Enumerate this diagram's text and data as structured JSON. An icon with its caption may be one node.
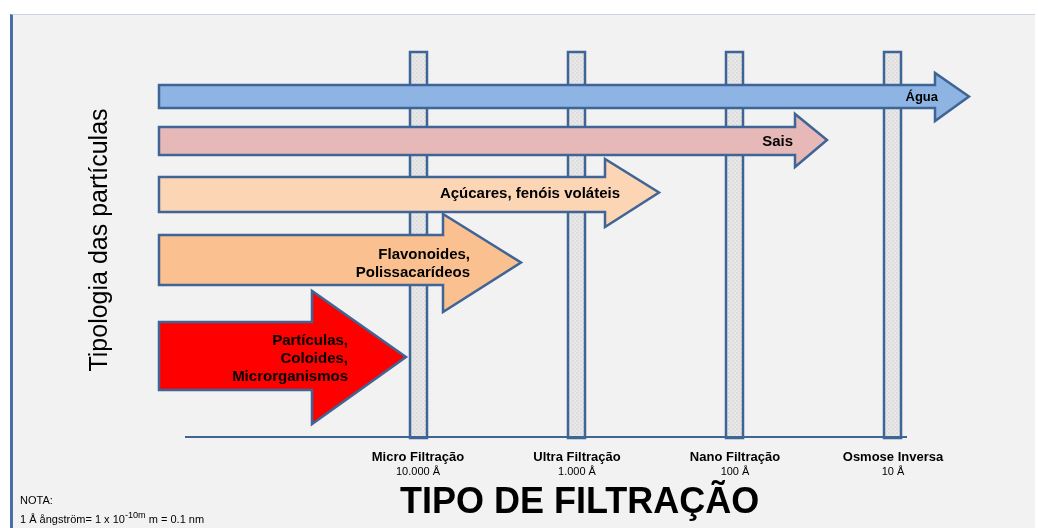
{
  "diagram": {
    "title": "TIPO DE FILTRAÇÃO",
    "nodes": [
      {
        "text": [
          "Água"
        ]
      },
      {
        "text": [
          "Sais"
        ]
      },
      {
        "text": [
          "Açúcares, fenóis voláteis"
        ]
      },
      {
        "text": [
          "Flavonoides, Polissacarídeos"
        ]
      },
      {
        "text": [
          "Partículas, Coloides, Microrganismos"
        ]
      }
    ],
    "labels": [
      "Tipologia das partículas",
      "Micro Filtração",
      "10.000 Å",
      "Ultra Filtração",
      "1.000 Å",
      "Nano Filtração",
      "100 Å",
      "Osmose Inversa",
      "10 Å",
      "NOTA:",
      "1 Å ångström= 1 x 10$^{-10m}$ m = 0.1 nm"
    ]
  }
}
